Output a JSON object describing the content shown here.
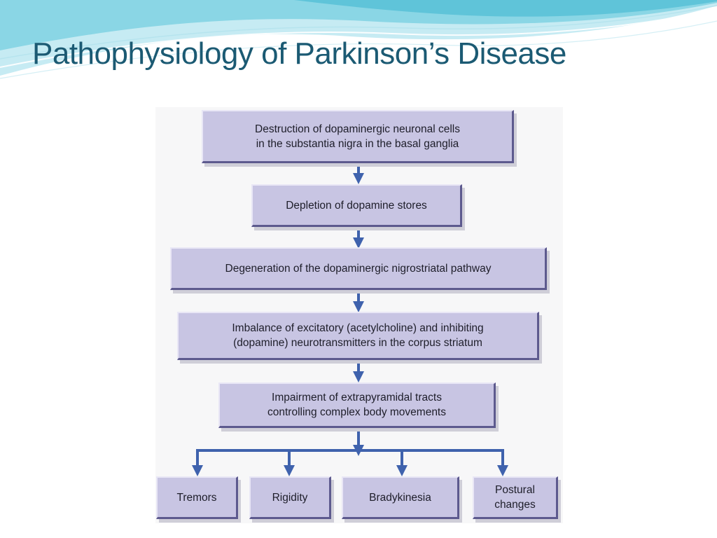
{
  "slide": {
    "title": "Pathophysiology of Parkinson’s Disease"
  },
  "flowchart": {
    "steps": [
      {
        "line1": "Destruction of dopaminergic neuronal cells",
        "line2": "in the substantia nigra in the basal ganglia"
      },
      {
        "line1": "Depletion of dopamine stores",
        "line2": ""
      },
      {
        "line1": "Degeneration of the dopaminergic nigrostriatal pathway",
        "line2": ""
      },
      {
        "line1": "Imbalance of excitatory (acetylcholine) and inhibiting",
        "line2": "(dopamine) neurotransmitters in the corpus striatum"
      },
      {
        "line1": "Impairment of extrapyramidal tracts",
        "line2": "controlling complex body movements"
      }
    ],
    "outcomes": [
      {
        "line1": "Tremors",
        "line2": ""
      },
      {
        "line1": "Rigidity",
        "line2": ""
      },
      {
        "line1": "Bradykinesia",
        "line2": ""
      },
      {
        "line1": "Postural",
        "line2": "changes"
      }
    ]
  },
  "colors": {
    "title": "#1b5a73",
    "box_fill": "#c8c5e3",
    "box_border": "#5d5a8e",
    "arrow": "#3f62ad",
    "wave_light": "#c6ebf3",
    "wave_mid": "#7fd0e0"
  }
}
